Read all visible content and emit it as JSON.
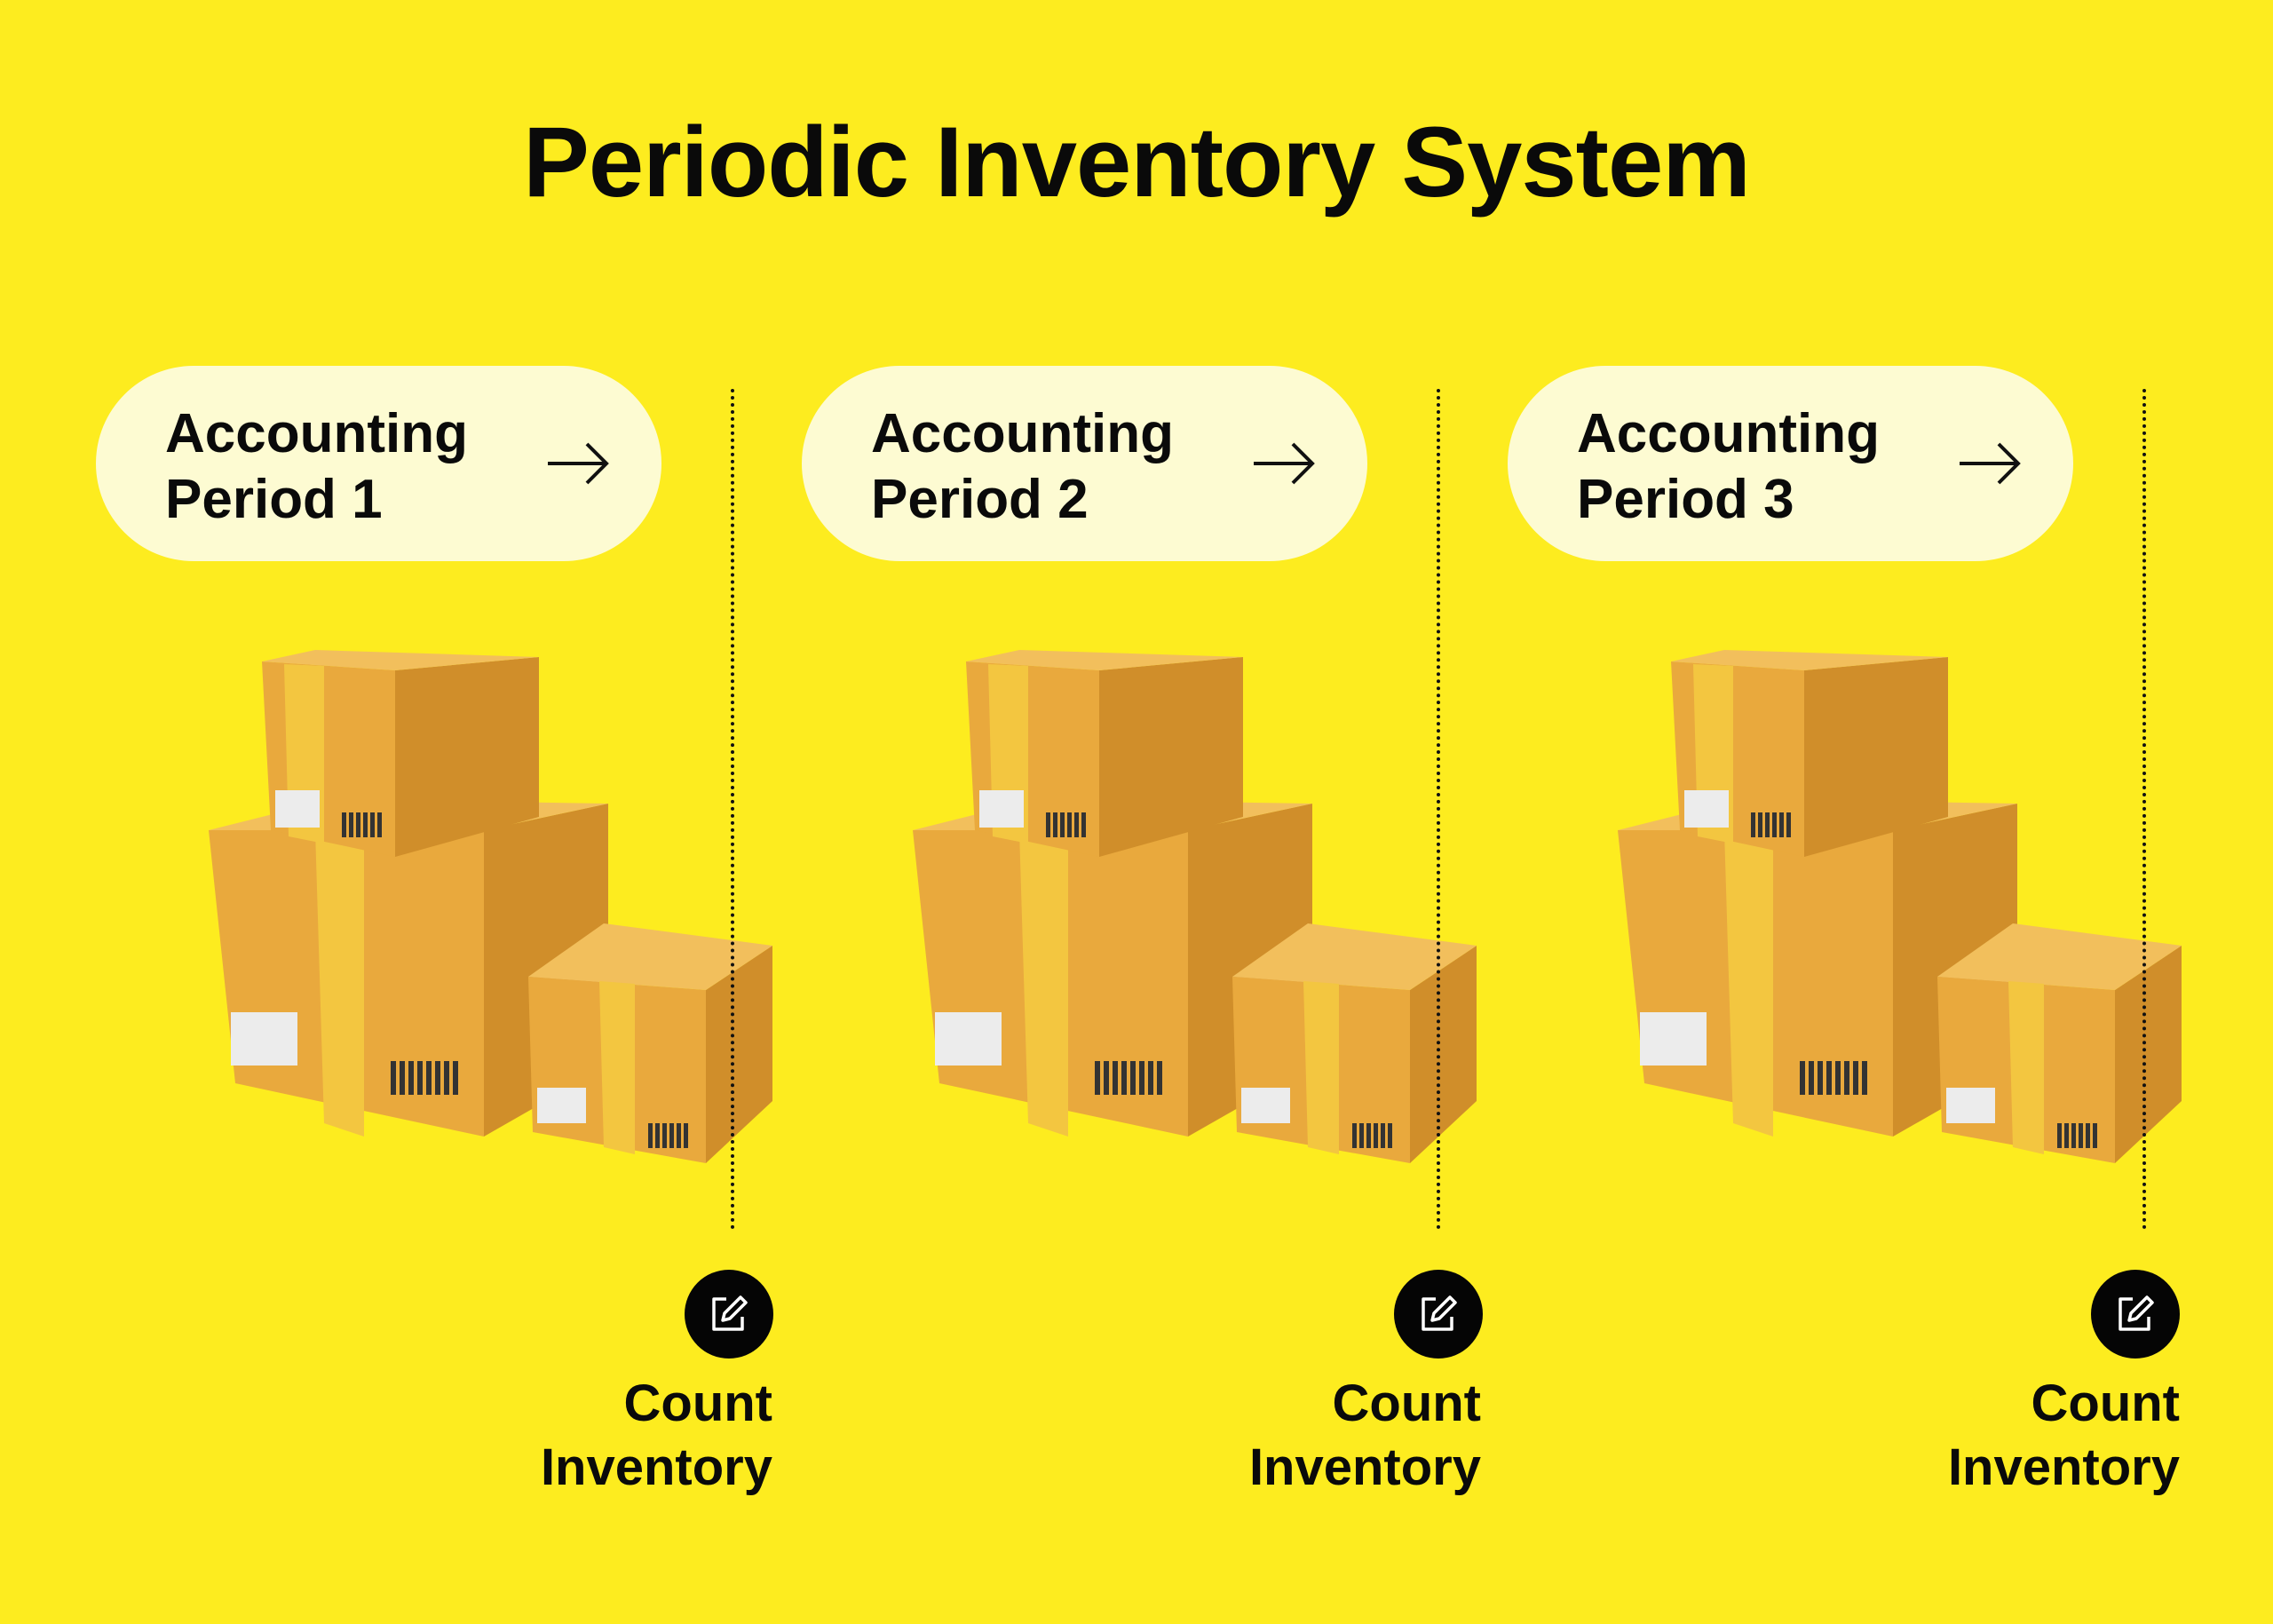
{
  "title": "Periodic Inventory System",
  "periods": [
    {
      "line1": "Accounting",
      "line2": "Period 1",
      "action_line1": "Count",
      "action_line2": "Inventory"
    },
    {
      "line1": "Accounting",
      "line2": "Period 2",
      "action_line1": "Count",
      "action_line2": "Inventory"
    },
    {
      "line1": "Accounting",
      "line2": "Period 3",
      "action_line1": "Count",
      "action_line2": "Inventory"
    }
  ],
  "colors": {
    "background": "#fdec1f",
    "pill": "#fdfbd2",
    "box": "#e6a63a",
    "tape": "#f3c640"
  }
}
